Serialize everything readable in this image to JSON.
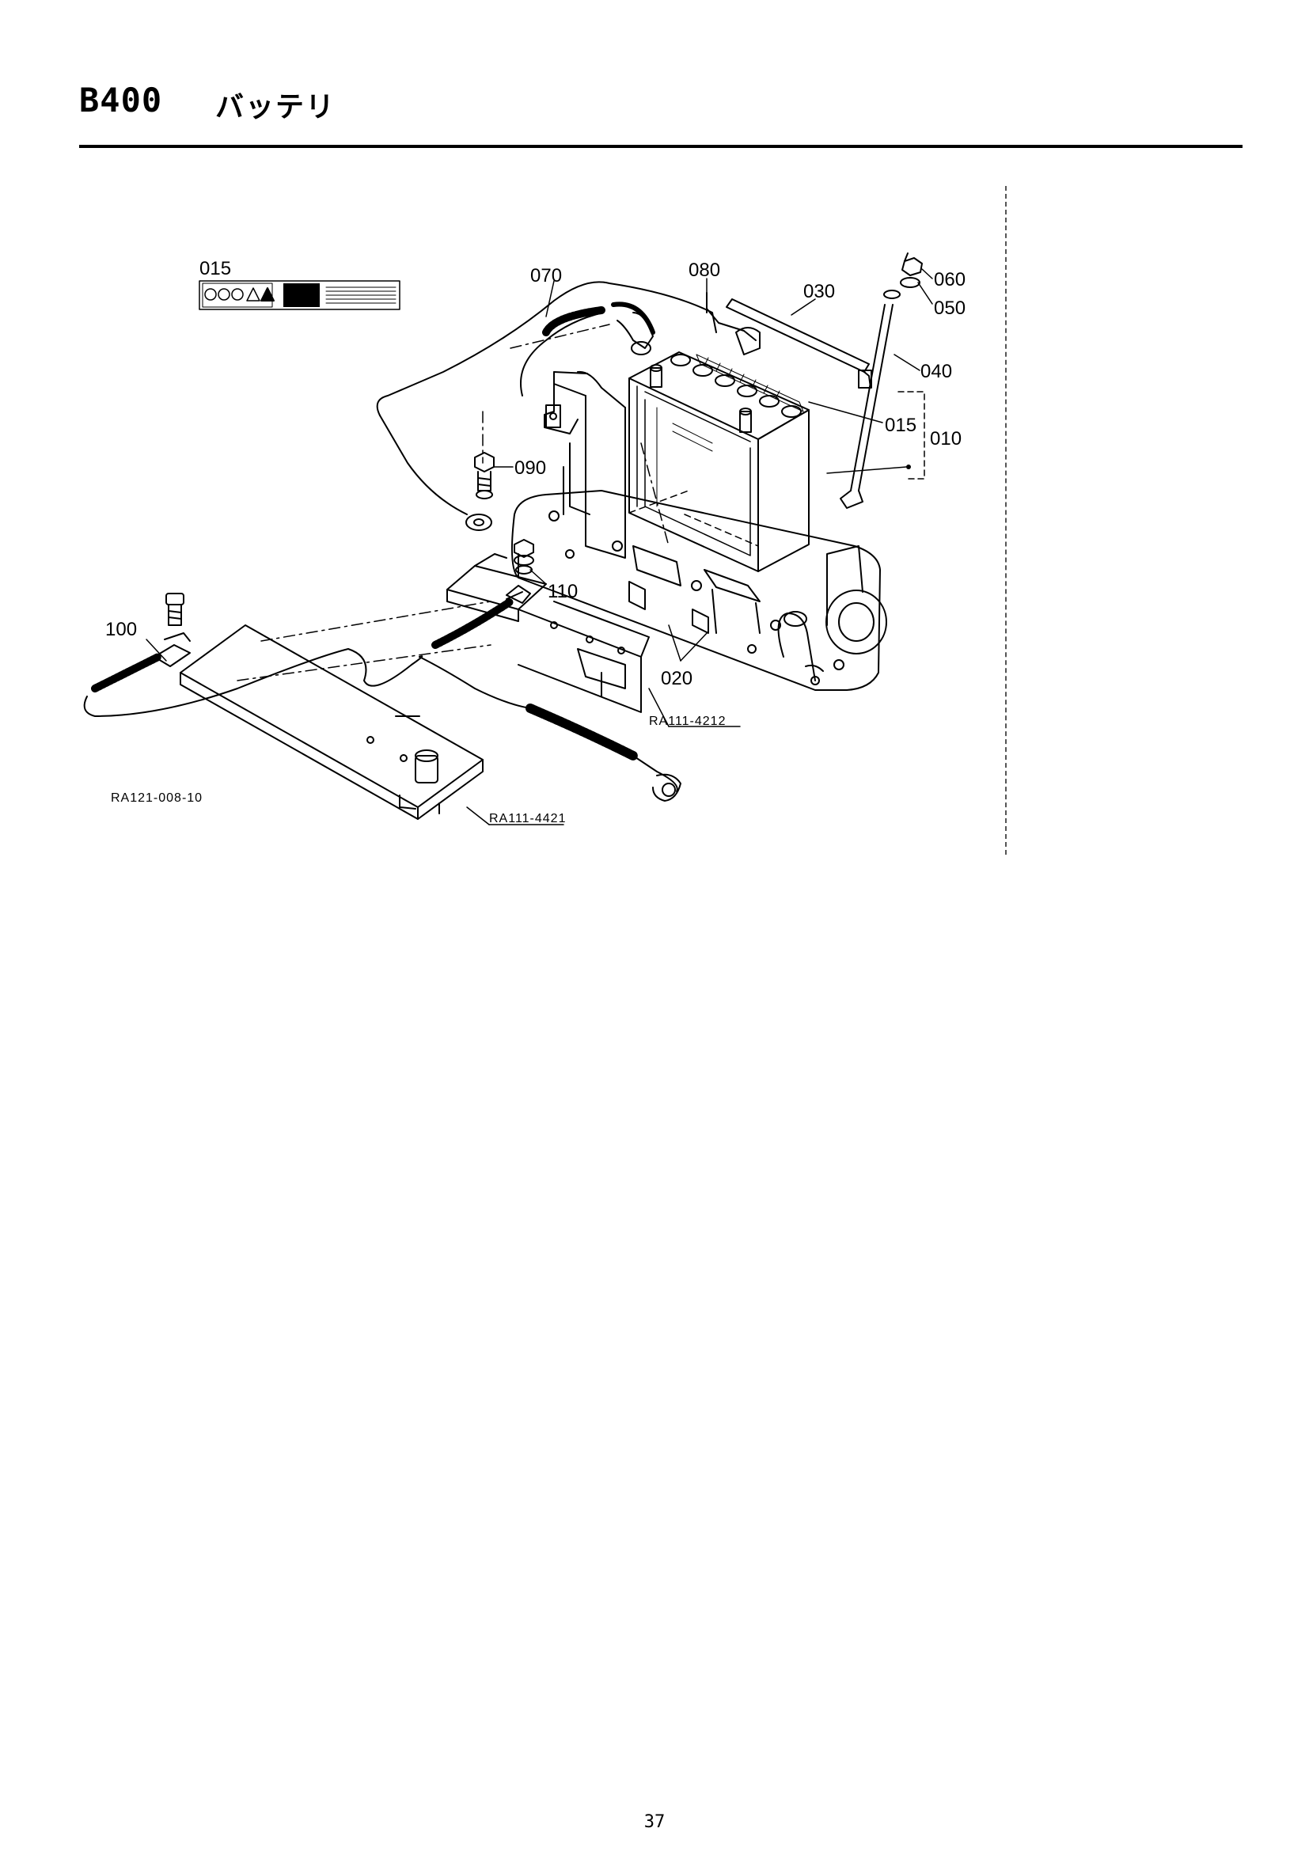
{
  "header": {
    "section_code": "B400",
    "section_title": "バッテリ"
  },
  "callouts": {
    "p015_label": "015",
    "p070": "070",
    "p080": "080",
    "p030": "030",
    "p060": "060",
    "p050": "050",
    "p040": "040",
    "p015_battery": "015",
    "p010": "010",
    "p090": "090",
    "p110": "110",
    "p100": "100",
    "p020": "020"
  },
  "references": {
    "ref_4212": "RA111-4212",
    "ref_4421": "RA111-4421",
    "figure_id": "RA121-008-10"
  },
  "footer": {
    "page_number": "37"
  }
}
